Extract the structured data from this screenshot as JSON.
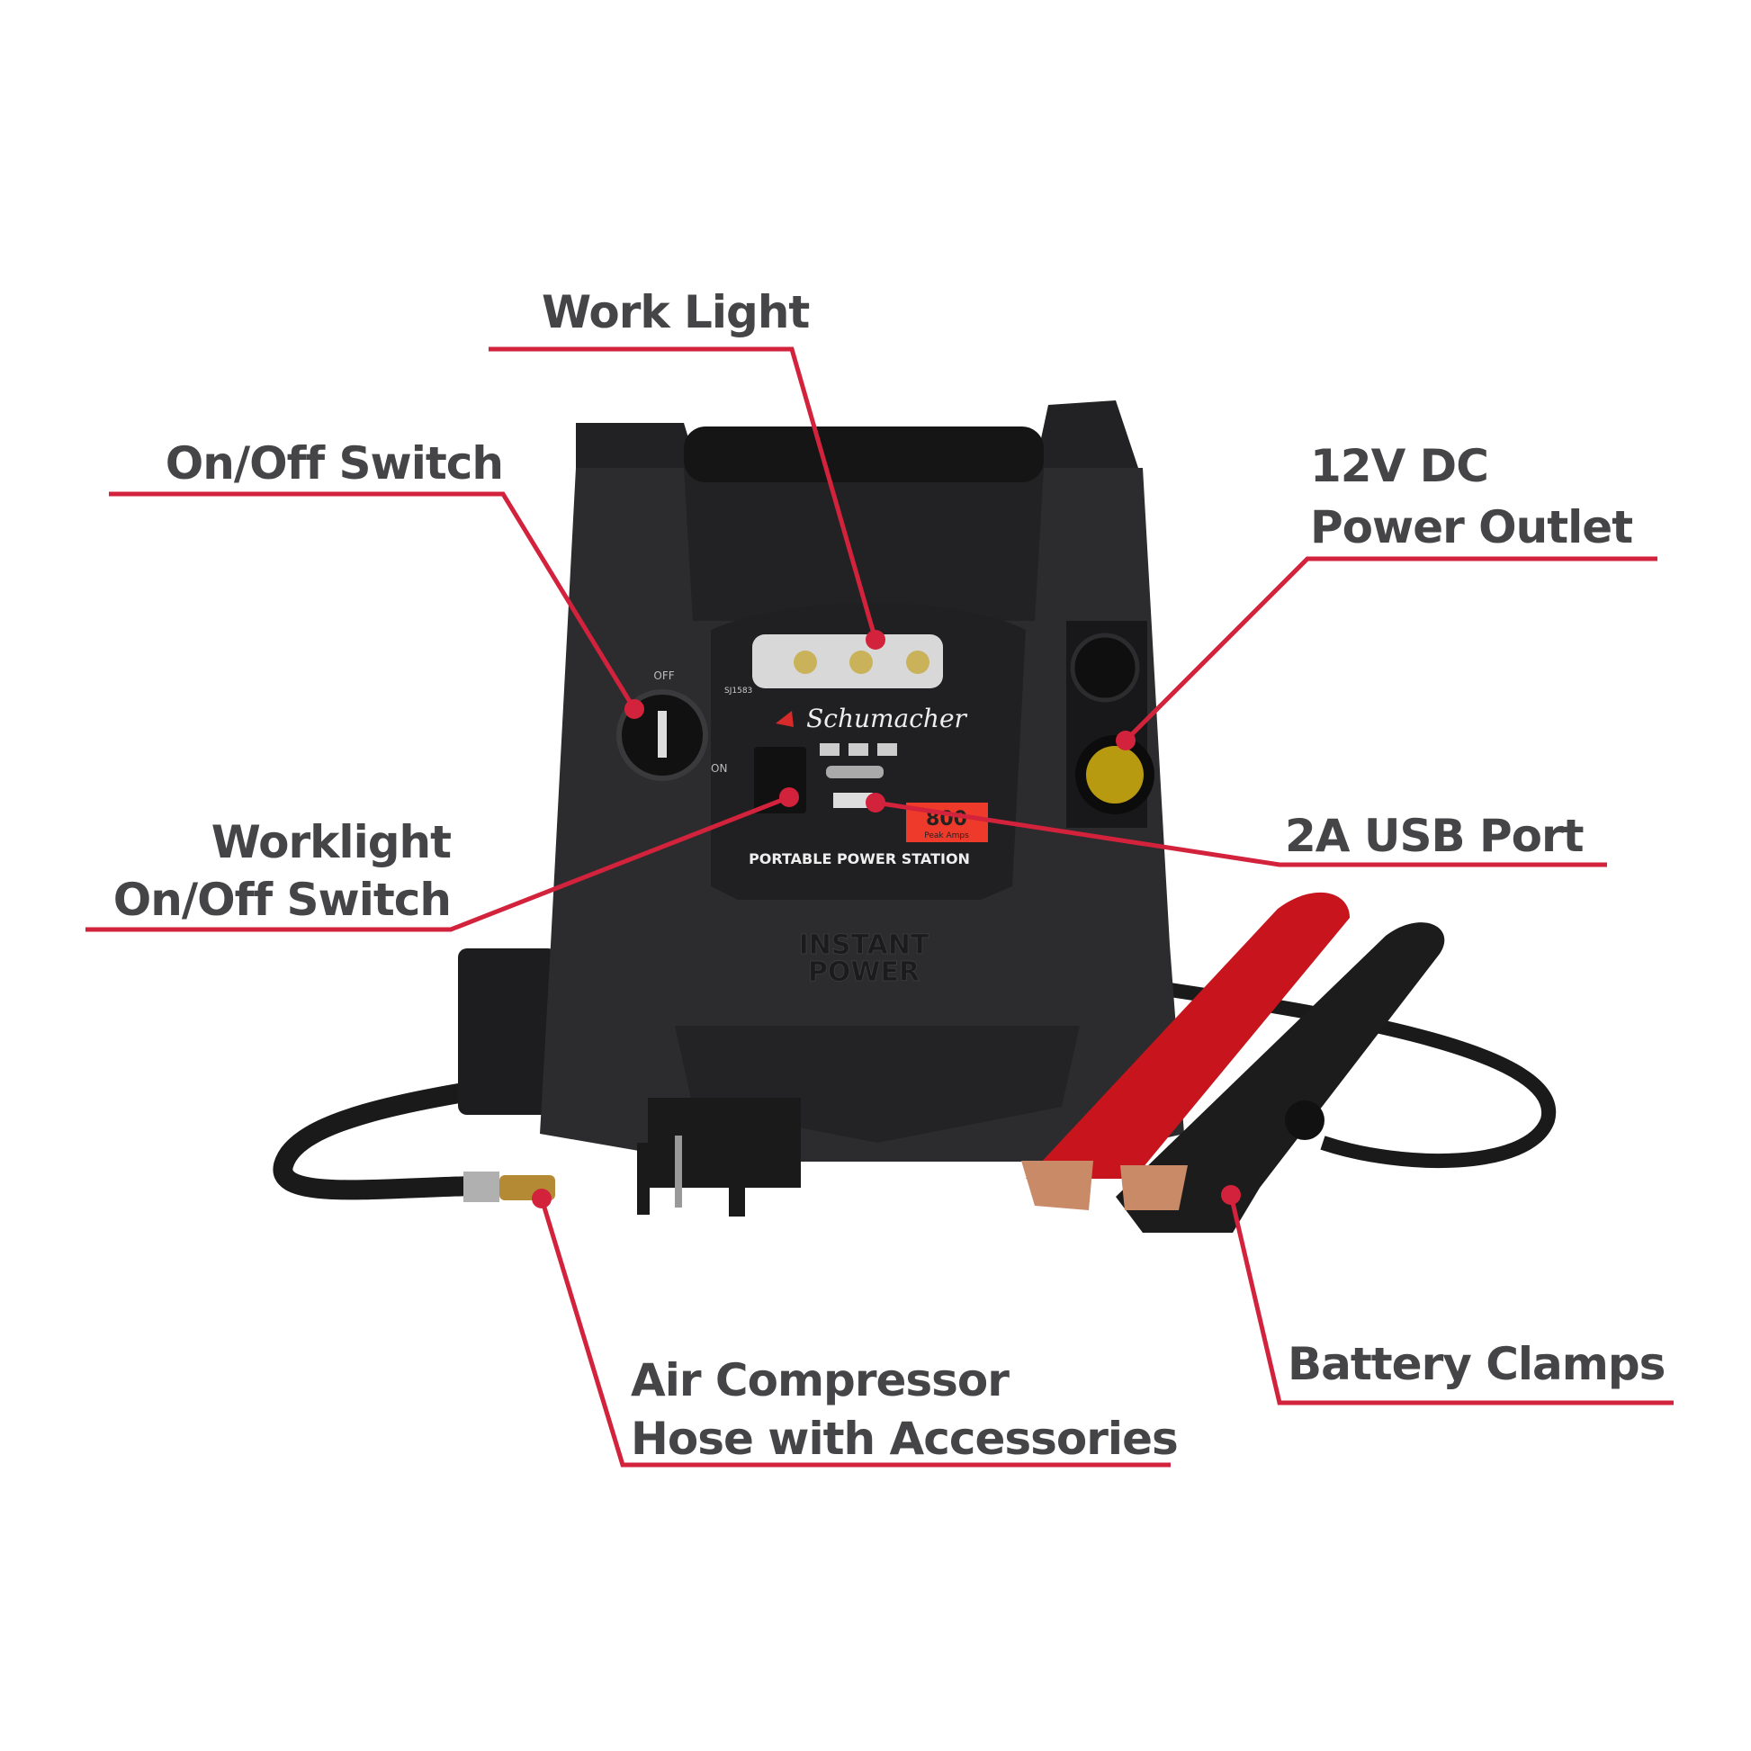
{
  "colors": {
    "callout": "#d3223c",
    "label_text": "#454548",
    "body": "#2a2a2c",
    "clamp_red": "#c8141c",
    "outlet_yellow": "#b89a10"
  },
  "callouts": {
    "work_light": "Work Light",
    "on_off_switch": "On/Off Switch",
    "dc_outlet_line1": "12V DC",
    "dc_outlet_line2": "Power Outlet",
    "worklight_switch_line1": "Worklight",
    "worklight_switch_line2": "On/Off Switch",
    "usb_port": "2A USB Port",
    "air_compressor_line1": "Air Compressor",
    "air_compressor_line2": "Hose with Accessories",
    "battery_clamps": "Battery Clamps"
  },
  "device": {
    "brand": "Schumacher",
    "model": "SJ1583",
    "knob_off": "OFF",
    "knob_on": "ON",
    "peak_amps_value": "800",
    "peak_amps_label": "Peak Amps",
    "panel_title": "PORTABLE POWER STATION",
    "embossed_line1": "INSTANT",
    "embossed_line2": "POWER"
  }
}
